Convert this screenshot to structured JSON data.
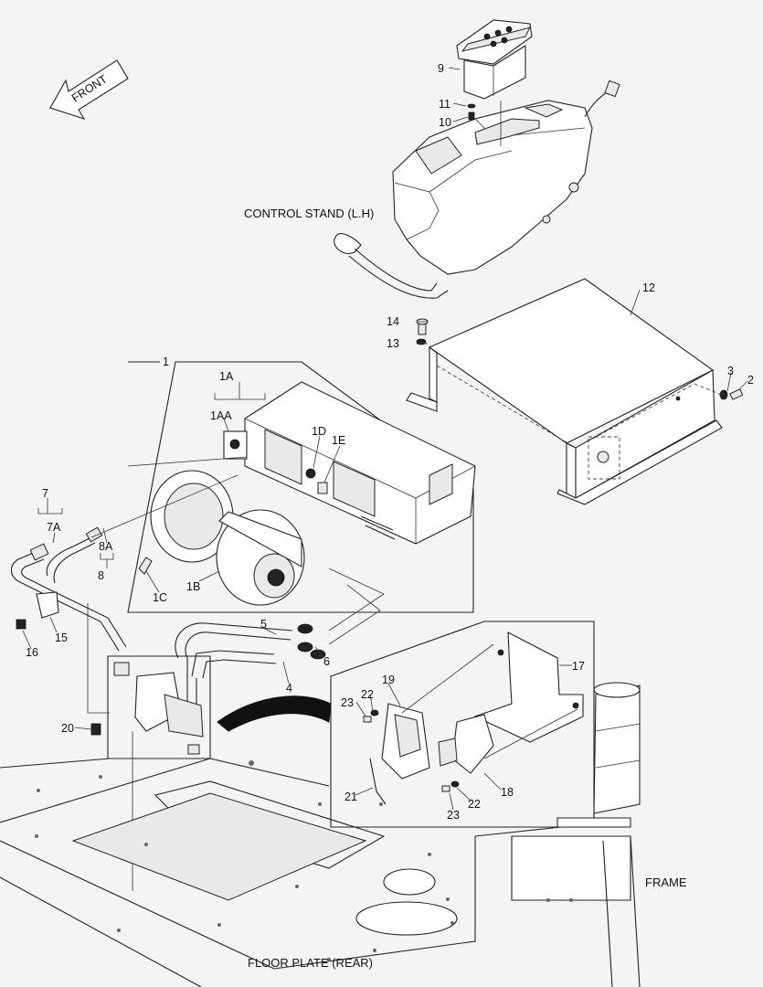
{
  "direction": {
    "text": "FRONT"
  },
  "captions": {
    "control_stand": "CONTROL STAND (L.H)",
    "frame": "FRAME",
    "floor_plate": "FLOOR PLATE (REAR)"
  },
  "part_numbers": {
    "p1": "1",
    "p1A": "1A",
    "p1AA": "1AA",
    "p1B": "1B",
    "p1C": "1C",
    "p1D": "1D",
    "p1E": "1E",
    "p2": "2",
    "p3": "3",
    "p4": "4",
    "p5": "5",
    "p6": "6",
    "p7": "7",
    "p7A": "7A",
    "p8": "8",
    "p8A": "8A",
    "p9": "9",
    "p10": "10",
    "p11": "11",
    "p12": "12",
    "p13": "13",
    "p14": "14",
    "p15": "15",
    "p16": "16",
    "p17": "17",
    "p18": "18",
    "p19": "19",
    "p20": "20",
    "p21": "21",
    "p22a": "22",
    "p22b": "22",
    "p23a": "23",
    "p23b": "23"
  }
}
